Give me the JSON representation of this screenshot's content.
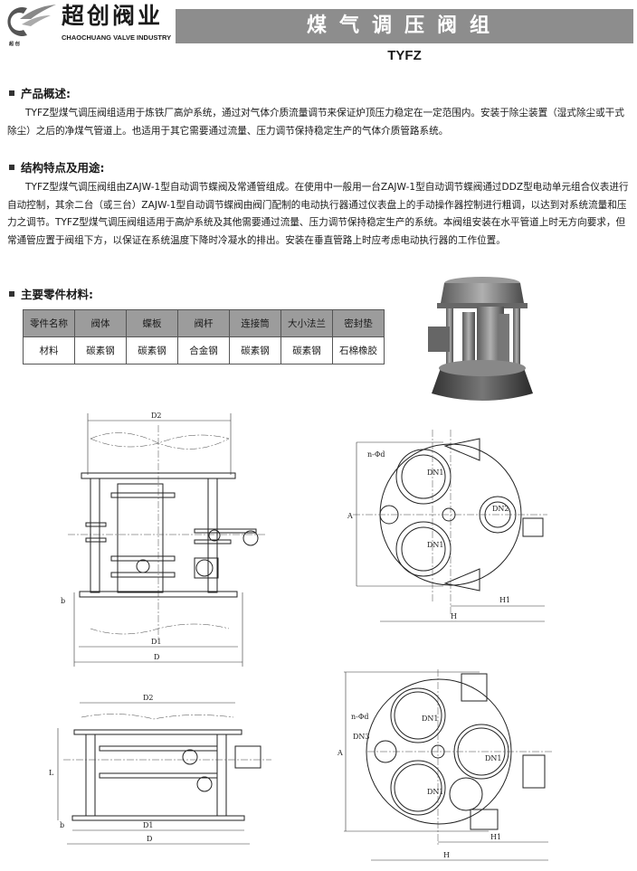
{
  "header": {
    "company_cn": "超创阀业",
    "company_en": "CHAOCHUANG VALVE INDUSTRY",
    "logo_small_text": "超 创",
    "title": "煤气调压阀组",
    "model": "TYFZ"
  },
  "sections": [
    {
      "heading": "产品概述:",
      "text": "TYFZ型煤气调压阀组适用于炼铁厂高炉系统，通过对气体介质流量调节来保证炉顶压力稳定在一定范围内。安装于除尘装置（湿式除尘或干式除尘）之后的净煤气管道上。也适用于其它需要通过流量、压力调节保持稳定生产的气体介质管路系统。"
    },
    {
      "heading": "结构特点及用途:",
      "text": "TYFZ型煤气调压阀组由ZAJW-1型自动调节蝶阀及常通管组成。在使用中一般用一台ZAJW-1型自动调节蝶阀通过DDZ型电动单元组合仪表进行自动控制，其余二台（或三台）ZAJW-1型自动调节蝶阀由阀门配制的电动执行器通过仪表盘上的手动操作器控制进行粗调，以达到对系统流量和压力之调节。TYFZ型煤气调压阀组适用于高炉系统及其他需要通过流量、压力调节保持稳定生产的系统。本阀组安装在水平管道上时无方向要求，但常通管应置于阀组下方，以保证在系统温度下降时冷凝水的排出。安装在垂直管路上时应考虑电动执行器的工作位置。"
    },
    {
      "heading": "主要零件材料:"
    }
  ],
  "materials_table": {
    "header": [
      "零件名称",
      "阀体",
      "蝶板",
      "阀杆",
      "连接筒",
      "大小法兰",
      "密封垫"
    ],
    "row": [
      "材料",
      "碳素钢",
      "碳素钢",
      "合金钢",
      "碳素钢",
      "碳素钢",
      "石棉橡胶"
    ]
  },
  "drawings": {
    "labels": {
      "D2": "D2",
      "D1": "D1",
      "D": "D",
      "b": "b",
      "L": "L",
      "A": "A",
      "H": "H",
      "H1": "H1",
      "n_phi_d": "n-Φd",
      "DN1": "DN1",
      "DN2": "DN2",
      "DN3": "DN3"
    }
  },
  "colors": {
    "title_bar": "#8d8d8d",
    "table_header": "#9c9c9c"
  }
}
